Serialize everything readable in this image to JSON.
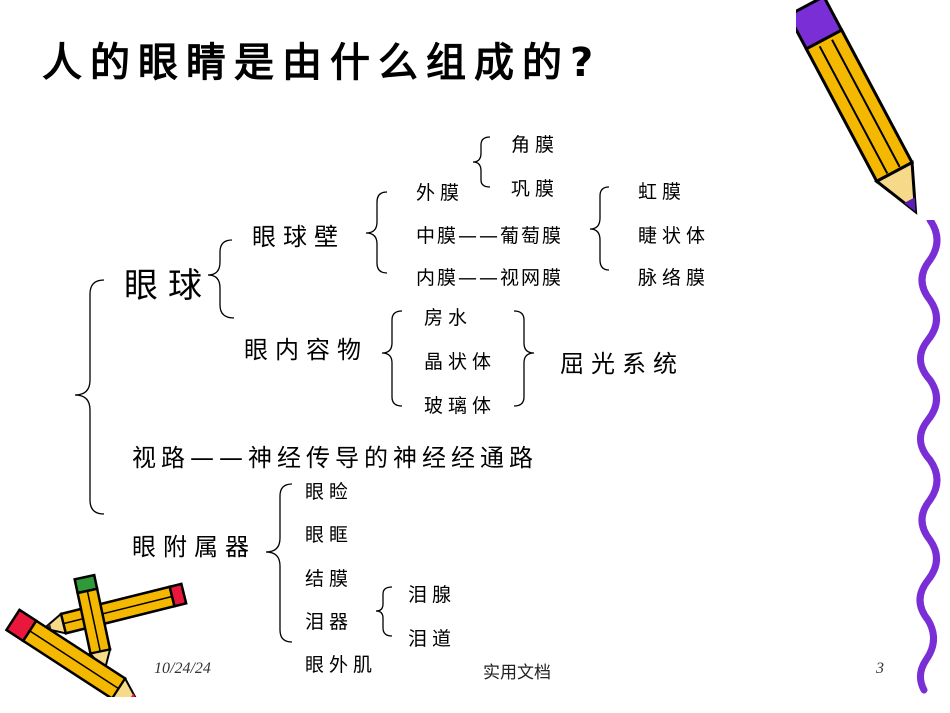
{
  "slide": {
    "title": "人的眼睛是由什么组成的?",
    "footer": {
      "date": "10/24/24",
      "center": "实用文档",
      "page": "3"
    }
  },
  "tree": {
    "eyeball": "眼球",
    "eyeball_wall": "眼球壁",
    "outer_membrane": "外膜",
    "cornea": "角膜",
    "sclera": "巩膜",
    "middle_membrane": "中膜——葡萄膜",
    "iris": "虹膜",
    "ciliary_body": "睫状体",
    "choroid": "脉络膜",
    "inner_membrane": "内膜——视网膜",
    "eye_contents": "眼内容物",
    "aqueous_humor": "房水",
    "lens": "晶状体",
    "vitreous_body": "玻璃体",
    "refractive_system": "屈光系统",
    "visual_pathway": "视路——神经传导的神经经通路",
    "accessory_organs": "眼附属器",
    "eyelid": "眼睑",
    "orbit": "眼眶",
    "conjunctiva": "结膜",
    "lacrimal_apparatus": "泪器",
    "lacrimal_gland": "泪腺",
    "lacrimal_duct": "泪道",
    "extraocular_muscles": "眼外肌"
  },
  "colors": {
    "pencil_body": "#f5b800",
    "pencil_outline": "#000000",
    "pencil_wave": "#7a2fd6",
    "pencil_tip": "#e8173b",
    "pencil_eraser": "#2e9a3a"
  },
  "icons": [
    "pencil-icon-top-right",
    "wavy-line-icon",
    "pencils-icon-bottom-left"
  ]
}
